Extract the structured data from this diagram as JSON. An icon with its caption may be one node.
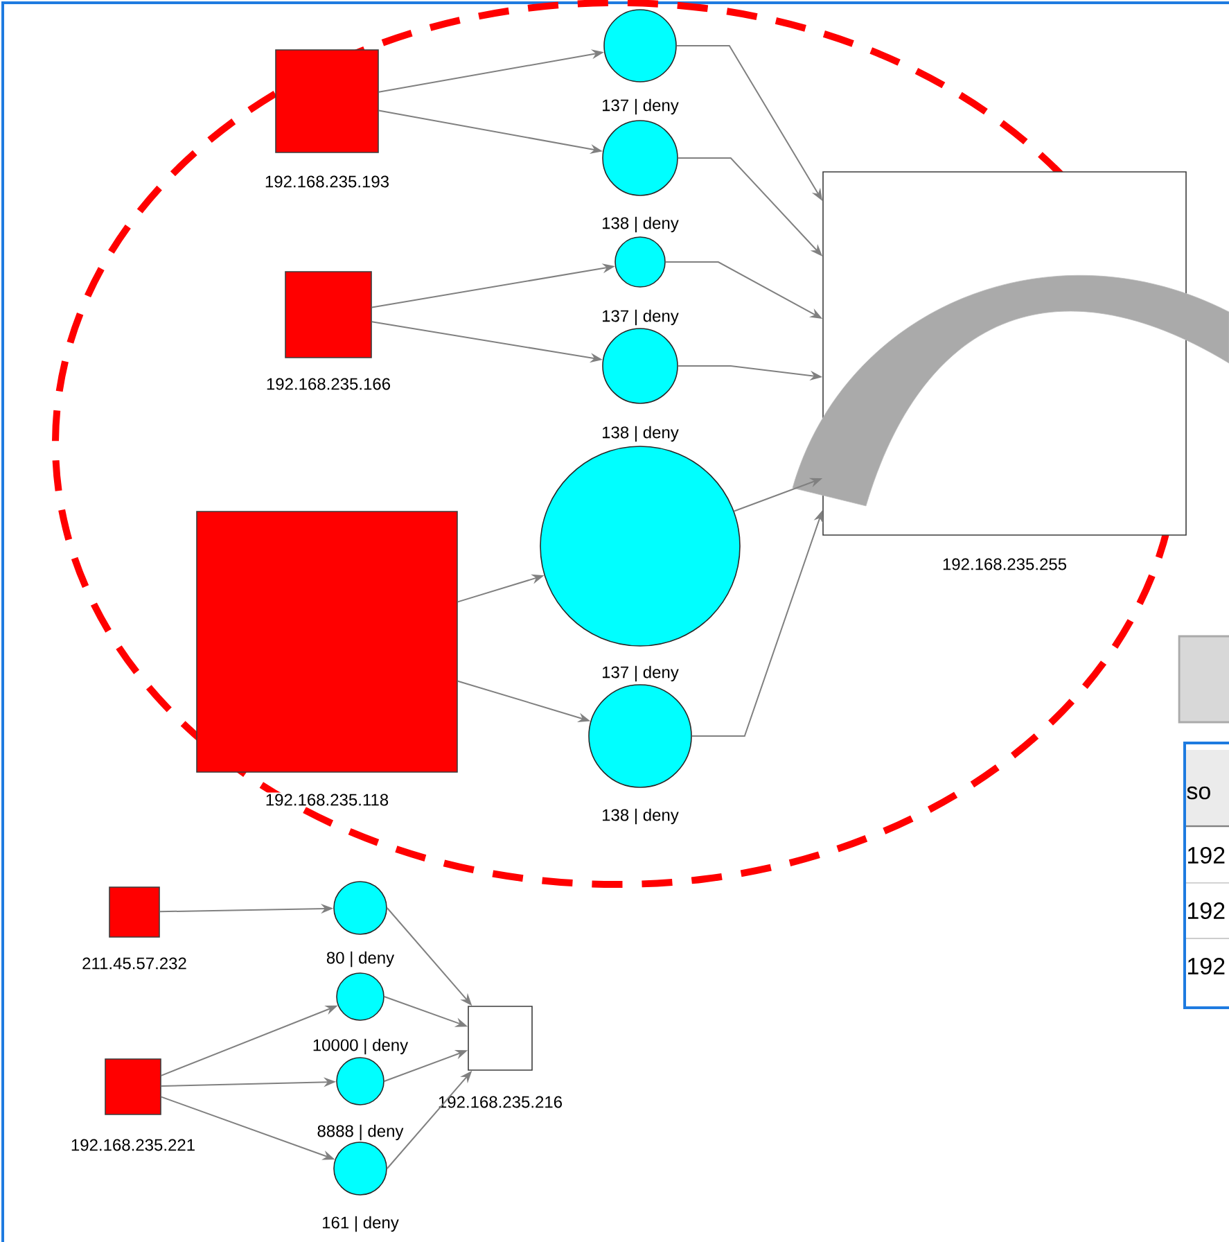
{
  "diagram": {
    "nodes": [
      {
        "text": [
          "192.168.235.193"
        ]
      },
      {
        "text": [
          "137 | deny"
        ]
      },
      {
        "text": [
          "138 | deny"
        ]
      },
      {
        "text": [
          "137 | deny"
        ]
      },
      {
        "text": [
          "138 | deny"
        ]
      },
      {
        "text": [
          "192.168.235.166"
        ]
      },
      {
        "text": [
          "192.168.235.255"
        ]
      },
      {
        "text": [
          "137 | deny"
        ]
      },
      {
        "text": [
          "138 | deny"
        ]
      },
      {
        "text": [
          "192.168.235.118"
        ]
      },
      {
        "text": [
          "211.45.57.232"
        ]
      },
      {
        "text": [
          "80 | deny"
        ]
      },
      {
        "text": [
          "10000 | deny"
        ]
      },
      {
        "text": [
          "8888 | deny"
        ]
      },
      {
        "text": [
          "161 | deny"
        ]
      },
      {
        "text": [
          "192.168.235.221"
        ]
      },
      {
        "text": [
          "192.168.235.216"
        ]
      }
    ],
    "edges": [
      {
        "from": 0,
        "to": 1,
        "arrow": "to"
      },
      {
        "from": 0,
        "to": 2,
        "arrow": "to"
      },
      {
        "from": 5,
        "to": 3,
        "arrow": "to"
      },
      {
        "from": 5,
        "to": 4,
        "arrow": "to"
      },
      {
        "from": 9,
        "to": 7,
        "arrow": "to"
      },
      {
        "from": 9,
        "to": 8,
        "arrow": "to"
      },
      {
        "from": 1,
        "to": 6,
        "arrow": "to"
      },
      {
        "from": 2,
        "to": 6,
        "arrow": "to"
      },
      {
        "from": 3,
        "to": 6,
        "arrow": "to"
      },
      {
        "from": 4,
        "to": 6,
        "arrow": "to"
      },
      {
        "from": 7,
        "to": 6,
        "arrow": "to"
      },
      {
        "from": 8,
        "to": 6,
        "arrow": "to"
      },
      {
        "from": 10,
        "to": 11,
        "arrow": "to"
      },
      {
        "from": 15,
        "to": 12,
        "arrow": "to"
      },
      {
        "from": 15,
        "to": 13,
        "arrow": "to"
      },
      {
        "from": 15,
        "to": 14,
        "arrow": "to"
      },
      {
        "from": 11,
        "to": 16,
        "arrow": "to"
      },
      {
        "from": 12,
        "to": 16,
        "arrow": "to"
      },
      {
        "from": 13,
        "to": 16,
        "arrow": "to"
      },
      {
        "from": 14,
        "to": 16,
        "arrow": "to"
      }
    ],
    "labels": [
      "so",
      "192",
      "192",
      "192"
    ]
  }
}
